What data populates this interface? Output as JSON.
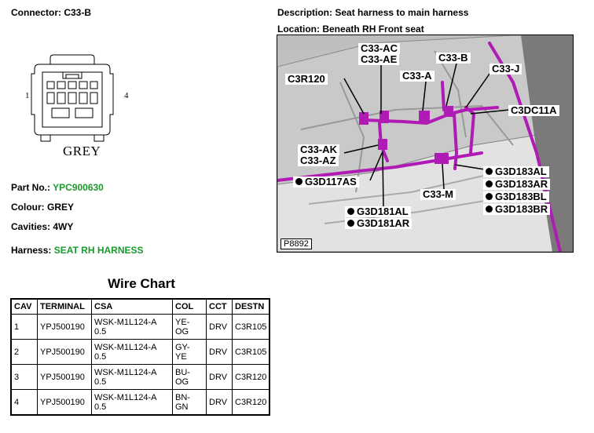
{
  "connector": {
    "label": "Connector:",
    "value": "C33-B"
  },
  "drawing": {
    "left_pin": "1",
    "right_pin": "4",
    "colour_label": "GREY"
  },
  "description": {
    "label": "Description:",
    "value": "Seat harness to main harness"
  },
  "location": {
    "label": "Location:",
    "value": "Beneath RH Front seat"
  },
  "part_no": {
    "label": "Part No.:",
    "value": "YPC900630"
  },
  "colour": {
    "label": "Colour:",
    "value": "GREY"
  },
  "cavities": {
    "label": "Cavities:",
    "value": "4WY"
  },
  "harness": {
    "label": "Harness:",
    "value": "SEAT RH HARNESS"
  },
  "accent_green": "#1a9a2a",
  "photo": {
    "id": "P8892",
    "callouts": {
      "c33_ac": "C33-AC",
      "c33_ae": "C33-AE",
      "c33_b": "C33-B",
      "c3r120": "C3R120",
      "c33_a": "C33-A",
      "c33_j": "C33-J",
      "c3dc11a": "C3DC11A",
      "c33_ak": "C33-AK",
      "c33_az": "C33-AZ",
      "g3d117as": "G3D117AS",
      "g3d183al": "G3D183AL",
      "g3d183ar": "G3D183AR",
      "g3d183bl": "G3D183BL",
      "g3d183br": "G3D183BR",
      "c33_m": "C33-M",
      "g3d181al": "G3D181AL",
      "g3d181ar": "G3D181AR"
    }
  },
  "wire_chart": {
    "title": "Wire Chart",
    "headers": {
      "cav": "CAV",
      "terminal": "TERMINAL",
      "csa": "CSA",
      "col": "COL",
      "cct": "CCT",
      "destn": "DESTN"
    },
    "rows": [
      {
        "cav": "1",
        "terminal": "YPJ500190",
        "csa1": "WSK-M1L124-A",
        "csa2": "0.5",
        "col1": "YE-",
        "col2": "OG",
        "cct": "DRV",
        "destn": "C3R105"
      },
      {
        "cav": "2",
        "terminal": "YPJ500190",
        "csa1": "WSK-M1L124-A",
        "csa2": "0.5",
        "col1": "GY-",
        "col2": "YE",
        "cct": "DRV",
        "destn": "C3R105"
      },
      {
        "cav": "3",
        "terminal": "YPJ500190",
        "csa1": "WSK-M1L124-A",
        "csa2": "0.5",
        "col1": "BU-",
        "col2": "OG",
        "cct": "DRV",
        "destn": "C3R120"
      },
      {
        "cav": "4",
        "terminal": "YPJ500190",
        "csa1": "WSK-M1L124-A",
        "csa2": "0.5",
        "col1": "BN-",
        "col2": "GN",
        "cct": "DRV",
        "destn": "C3R120"
      }
    ]
  }
}
